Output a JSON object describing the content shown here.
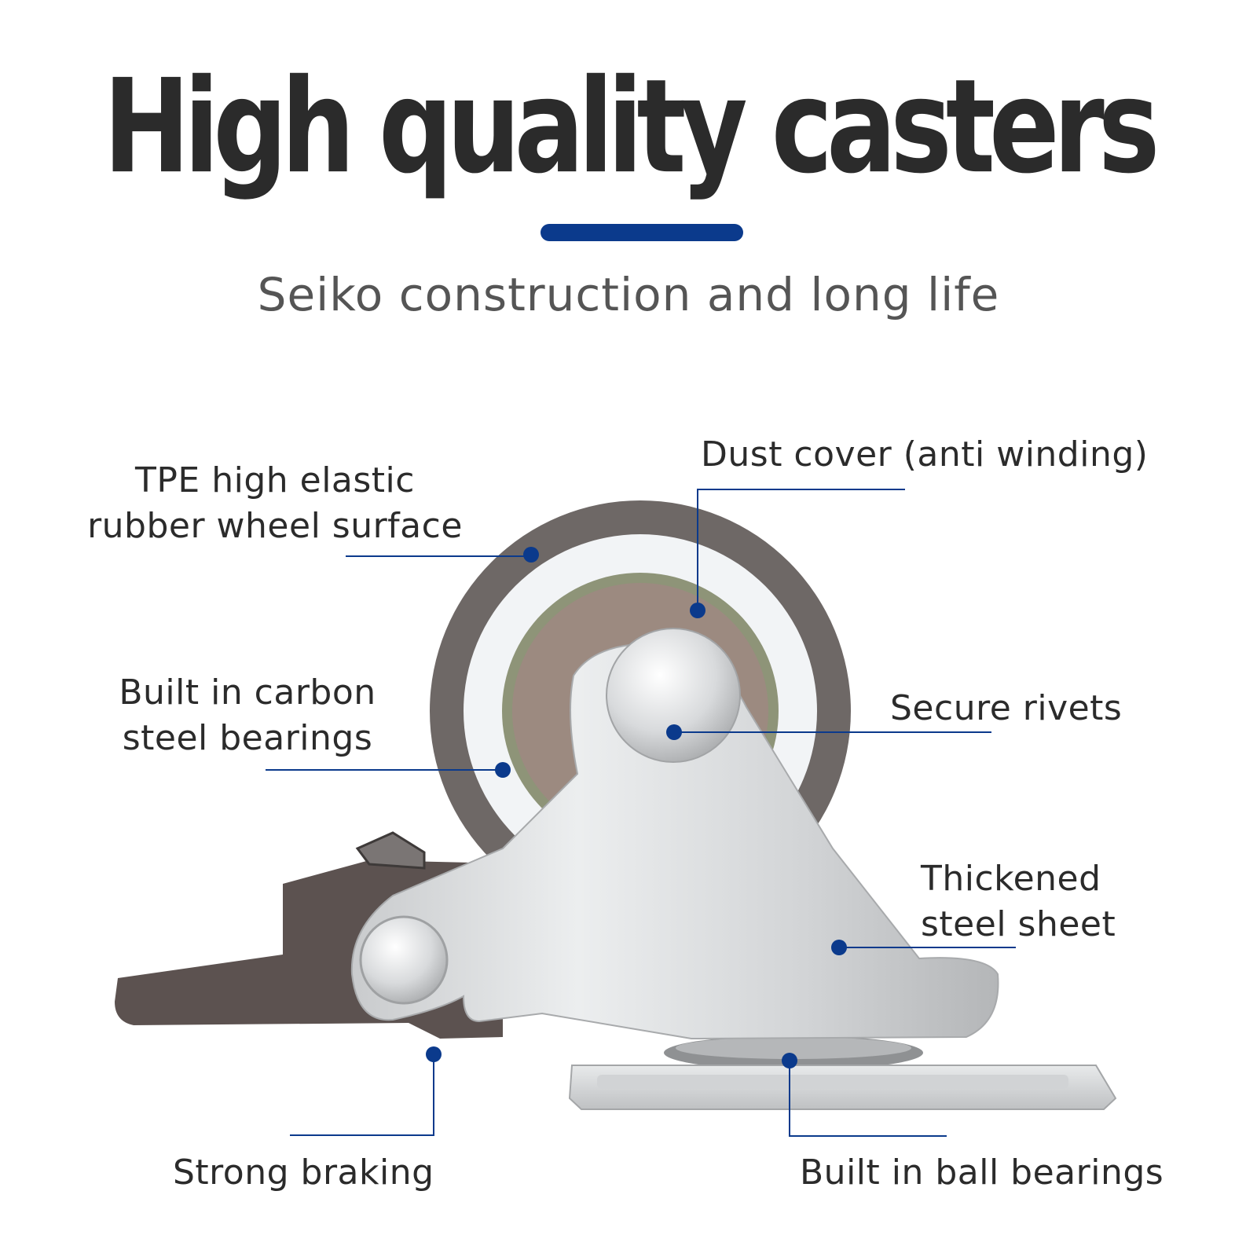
{
  "header": {
    "title": "High quality casters",
    "subtitle": "Seiko construction and long life"
  },
  "colors": {
    "accent": "#0b3a8c",
    "title_text": "#2b2b2b",
    "subtitle_text": "#555555",
    "tire": "#6e6866",
    "hub": "#9c8a80",
    "steel": "#d6d8da"
  },
  "callouts": {
    "tire": {
      "line1": "TPE high elastic",
      "line2": "rubber wheel surface"
    },
    "dust_cover": {
      "line1": "Dust cover (anti winding)"
    },
    "carbon_bearings": {
      "line1": "Built in carbon",
      "line2": "steel bearings"
    },
    "rivets": {
      "line1": "Secure rivets"
    },
    "steel_sheet": {
      "line1": "Thickened",
      "line2": "steel sheet"
    },
    "braking": {
      "line1": "Strong braking"
    },
    "ball_bearings": {
      "line1": "Built in ball bearings"
    }
  }
}
